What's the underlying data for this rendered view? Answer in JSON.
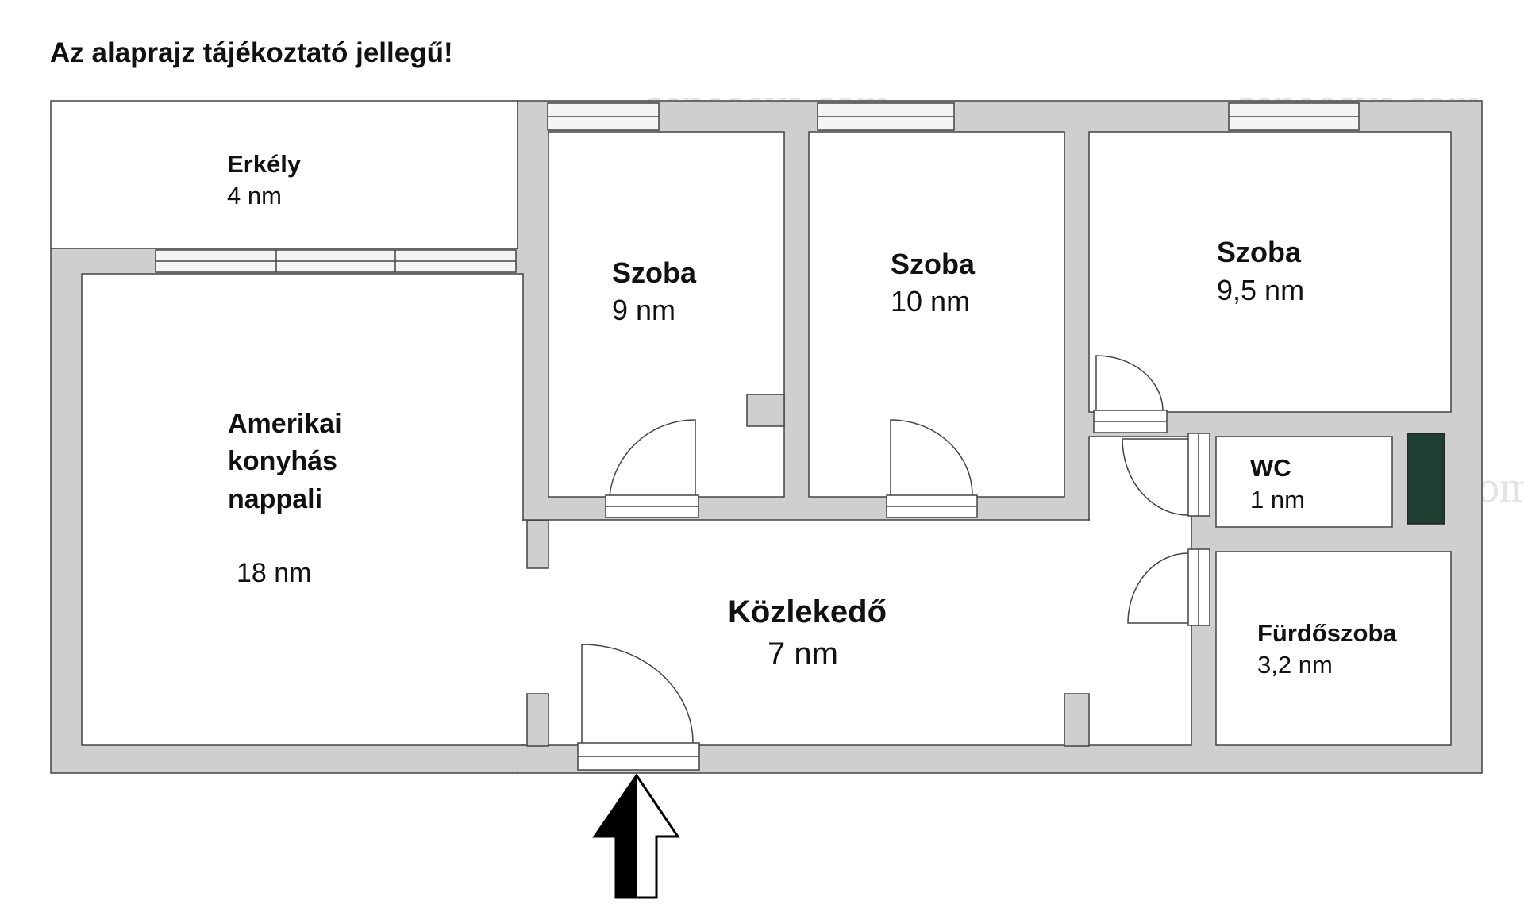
{
  "title": "Az alaprajz tájékoztató jellegű!",
  "watermark": "ceneosys.com",
  "colors": {
    "wall": "#cfcfcf",
    "outline": "#444444",
    "floor": "#ffffff",
    "chimney": "#1f3d30",
    "text": "#111111"
  },
  "rooms": {
    "erkely": {
      "name": "Erkély",
      "area": "4 nm"
    },
    "nappali": {
      "name_lines": [
        "Amerikai",
        "konyhás",
        "nappali"
      ],
      "area": "18 nm"
    },
    "szoba1": {
      "name": "Szoba",
      "area": "9 nm"
    },
    "szoba2": {
      "name": "Szoba",
      "area": "10 nm"
    },
    "szoba3": {
      "name": "Szoba",
      "area": "9,5 nm"
    },
    "wc": {
      "name": "WC",
      "area": "1 nm"
    },
    "kozlekedo": {
      "name": "Közlekedő",
      "area": "7 nm"
    },
    "furdo": {
      "name": "Fürdőszoba",
      "area": "3,2 nm"
    }
  },
  "icons": {
    "entrance": "entrance-arrow-icon",
    "chimney": "chimney-icon"
  }
}
